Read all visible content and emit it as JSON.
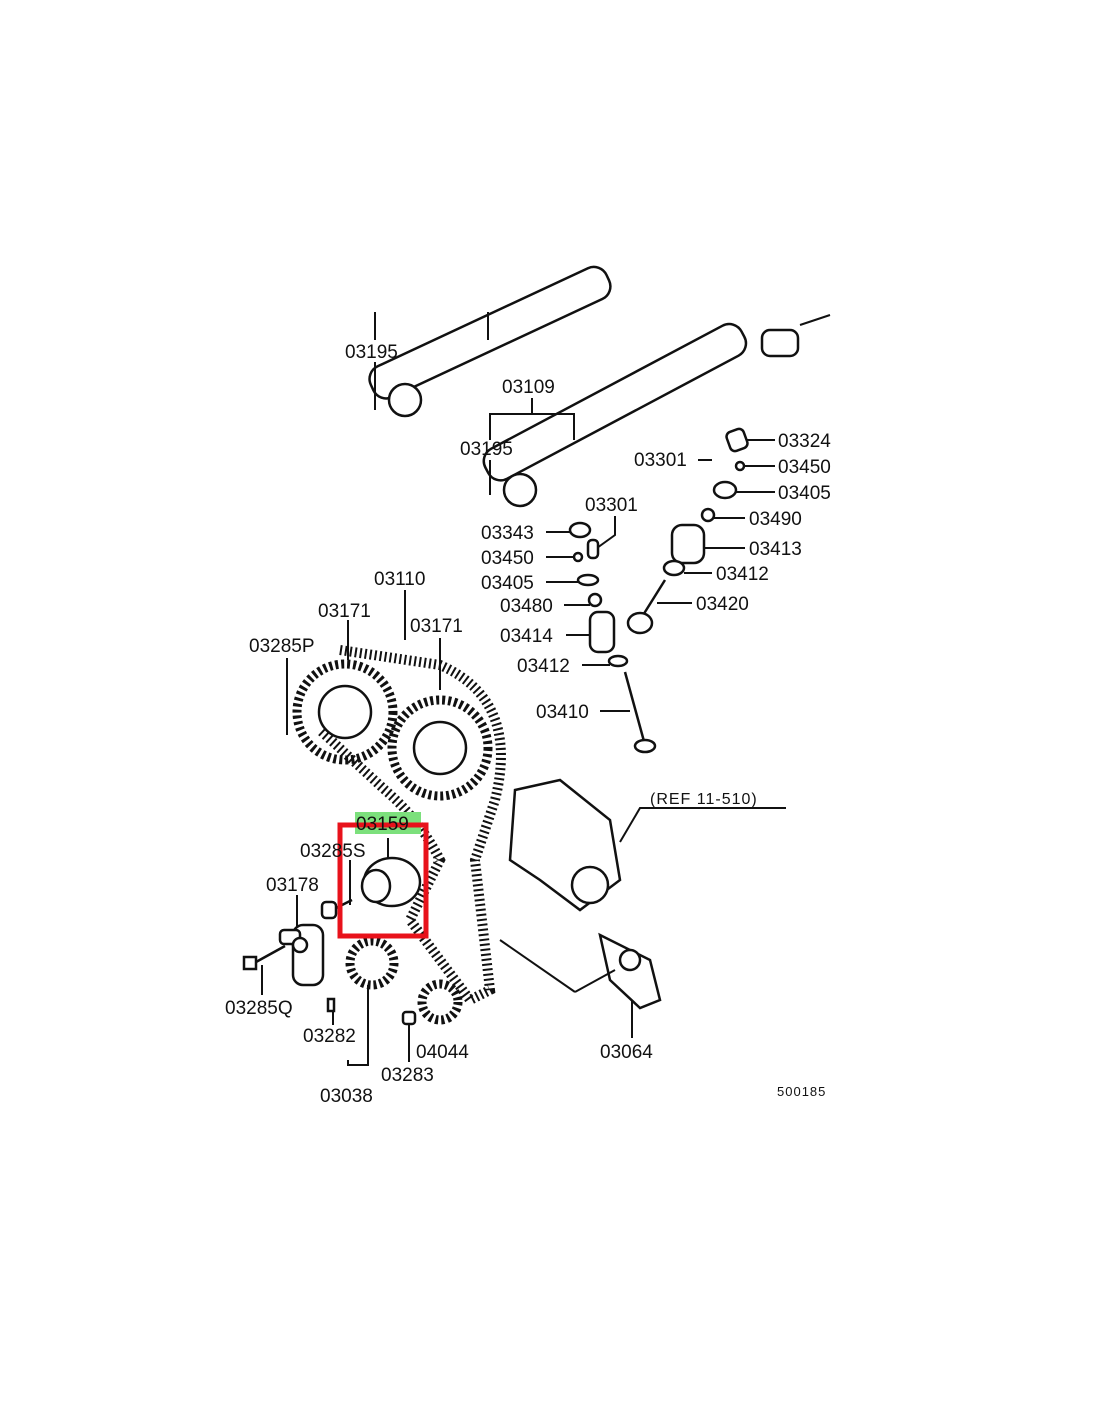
{
  "diagram": {
    "labels": {
      "l03195a": "03195",
      "l03109": "03109",
      "l03195b": "03195",
      "l03301a": "03301",
      "l03324": "03324",
      "l03450a": "03450",
      "l03405a": "03405",
      "l03490": "03490",
      "l03413": "03413",
      "l03412a": "03412",
      "l03420": "03420",
      "l03301b": "03301",
      "l03343": "03343",
      "l03450b": "03450",
      "l03405b": "03405",
      "l03480": "03480",
      "l03414": "03414",
      "l03412b": "03412",
      "l03410": "03410",
      "l03110": "03110",
      "l03171a": "03171",
      "l03171b": "03171",
      "l03285P": "03285P",
      "ref": "(REF 11-510)",
      "l03159": "03159",
      "l03285S": "03285S",
      "l03178": "03178",
      "l03285Q": "03285Q",
      "l03282": "03282",
      "l03038": "03038",
      "l03283": "03283",
      "l04044": "04044",
      "l03064": "03064",
      "code": "500185"
    },
    "highlight_color": "#7CE07C",
    "selection_color": "#E8121B"
  }
}
